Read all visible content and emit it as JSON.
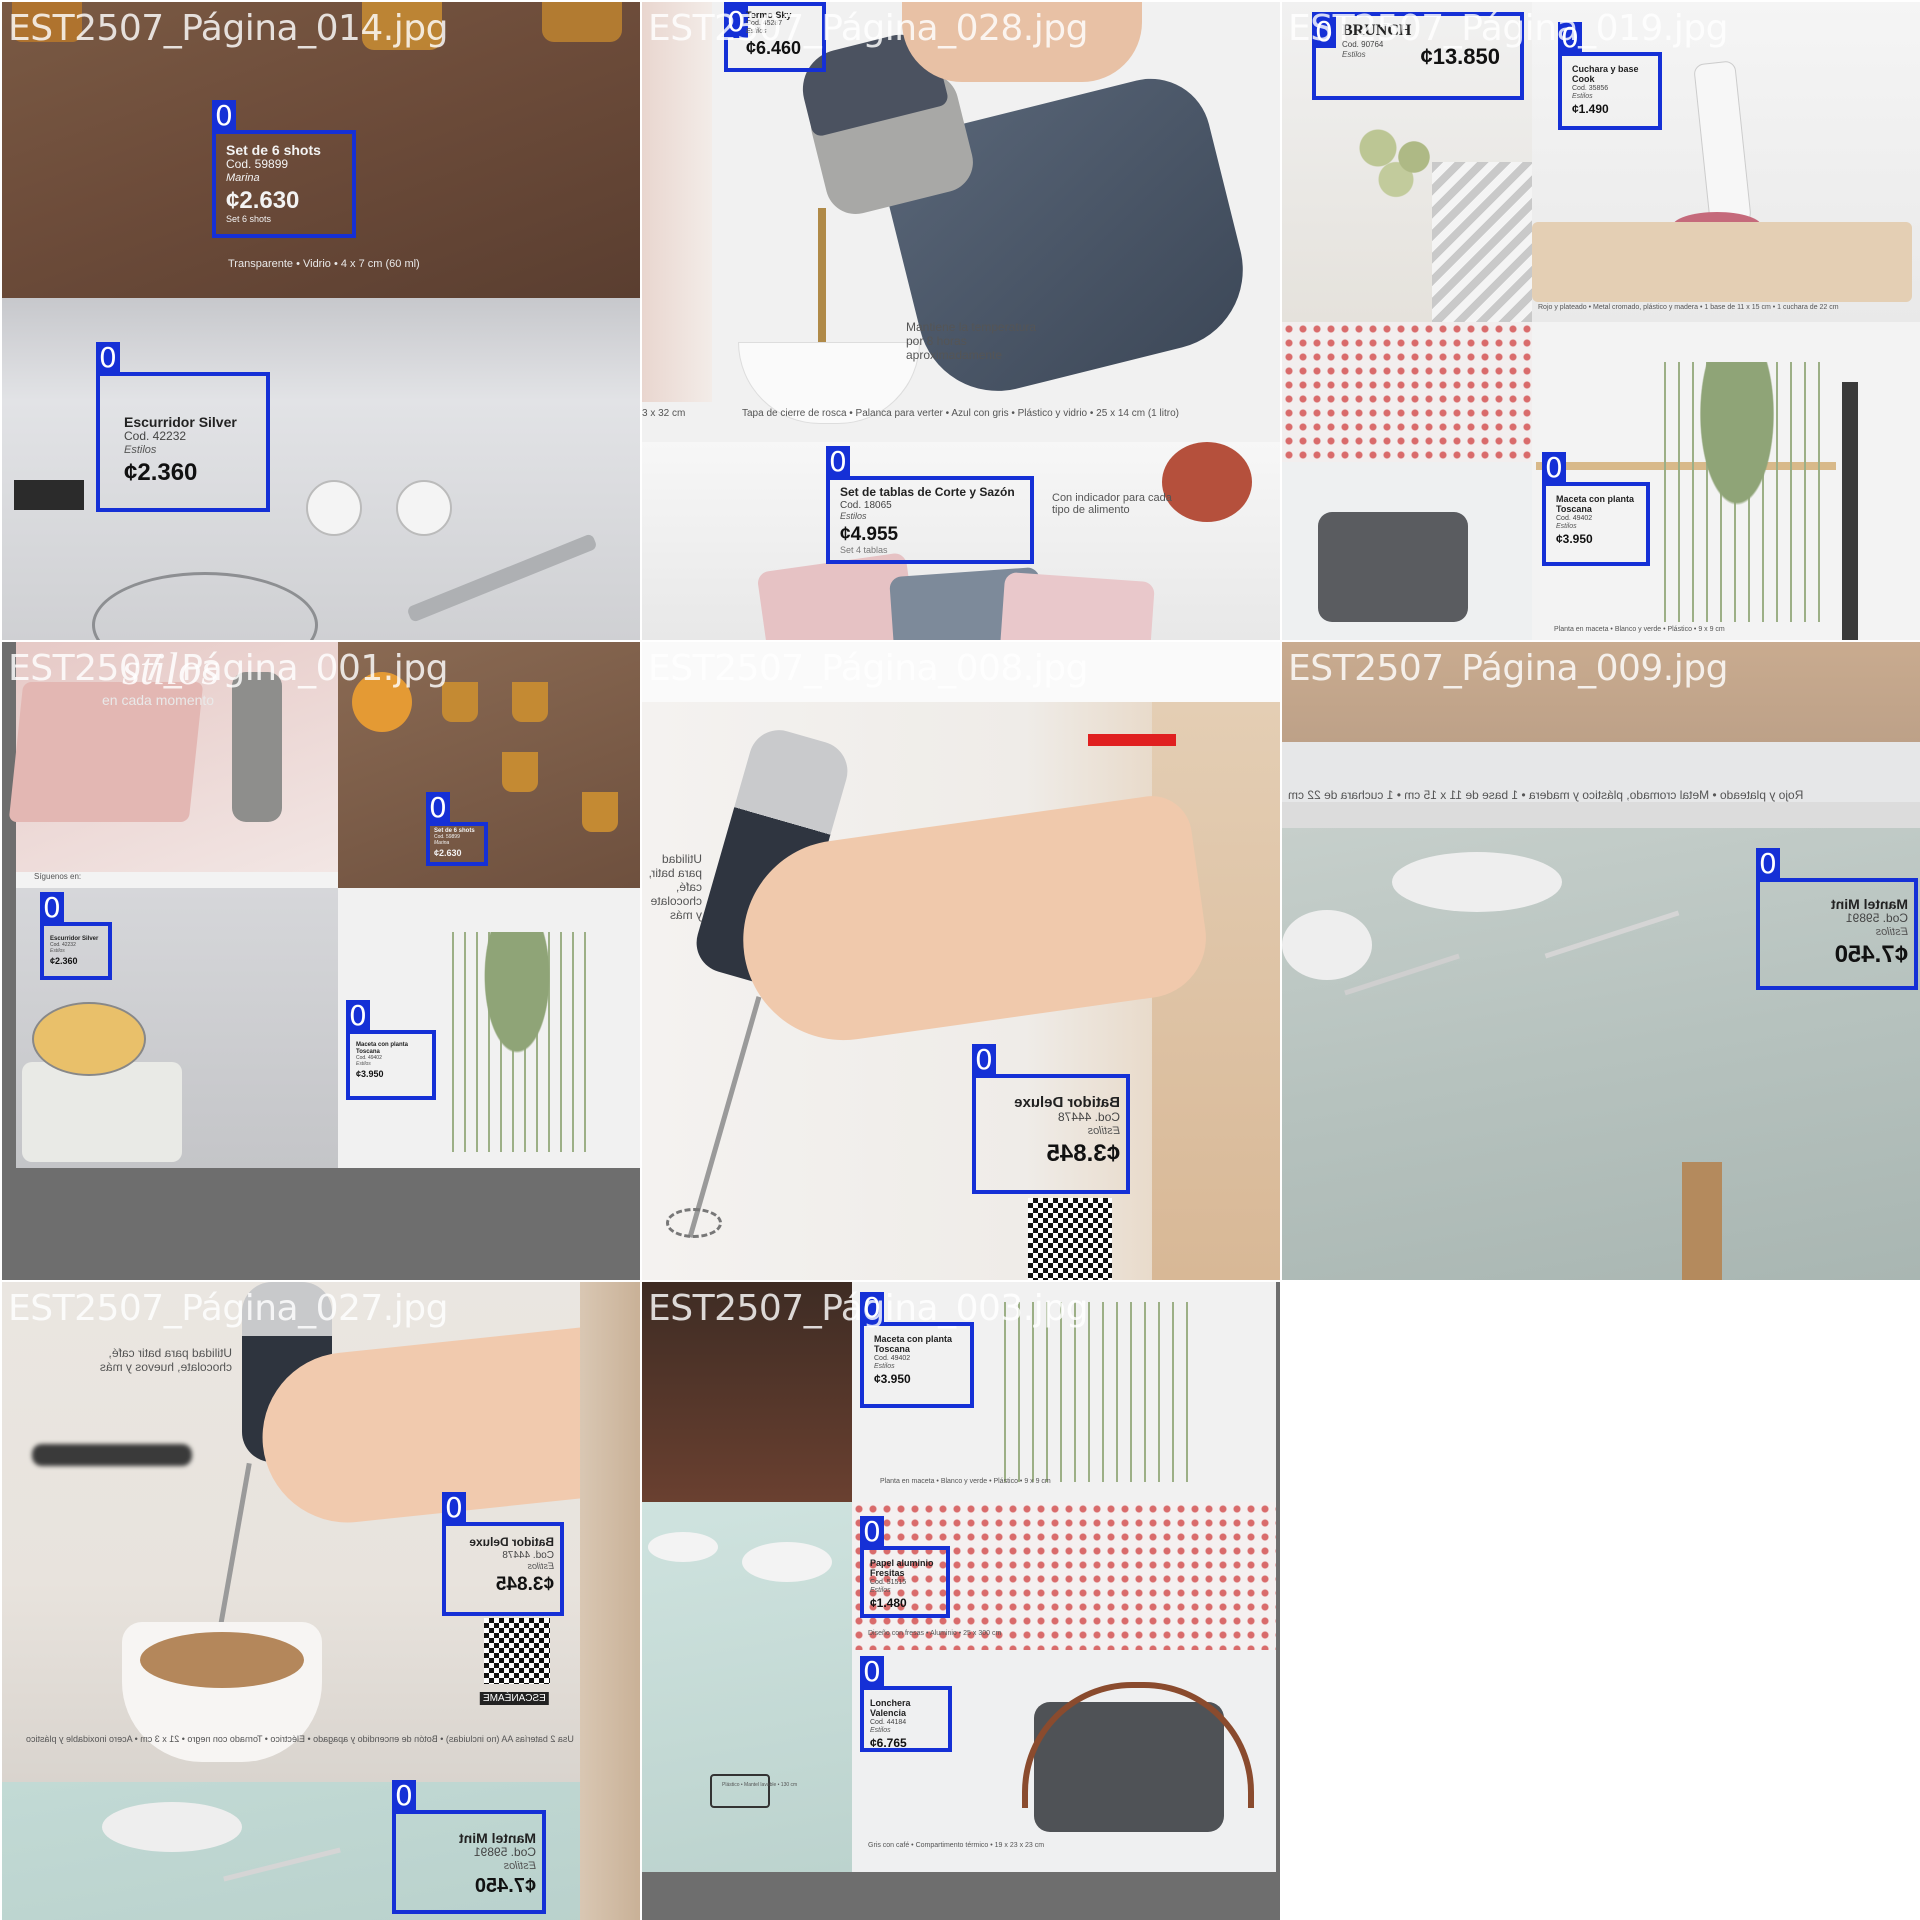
{
  "tiles": [
    {
      "title": "EST2507_Página_014.jpg",
      "products": [
        {
          "label": "0",
          "name": "Set de 6 shots",
          "code": "Cod. 59899",
          "variant": "Marina",
          "price": "¢2.630",
          "sub": "Set 6 shots"
        },
        {
          "label": "0",
          "name": "Escurridor Silver",
          "code": "Cod. 42232",
          "variant": "Estilos",
          "price": "¢2.360"
        }
      ],
      "caption": "Transparente • Vidrio • 4 x 7 cm (60 ml)"
    },
    {
      "title": "EST2507_Página_028.jpg",
      "products": [
        {
          "label": "0",
          "name": "Termo Sky",
          "code": "Cod. 45287",
          "variant": "Estilos",
          "price": "¢6.460"
        },
        {
          "label": "0",
          "name": "Set de tablas de Corte y Sazón",
          "code": "Cod. 18065",
          "variant": "Estilos",
          "price": "¢4.955",
          "sub": "Set 4 tablas"
        }
      ],
      "note": "Mantiene la temperatura por 8 horas aproximadamente",
      "caption": "Tapa de cierre de rosca • Palanca para verter • Azul con gris • Plástico y vidrio • 25 x 14 cm (1 litro)",
      "side_note": "Con indicador para cada tipo de alimento",
      "edge_caption": "3 x 32 cm"
    },
    {
      "title": "EST2507_Página_019.jpg",
      "products": [
        {
          "label": "0",
          "name": "BRUNCH",
          "code": "Cod. 90764",
          "variant": "Estilos",
          "price": "¢13.850"
        },
        {
          "label": "0",
          "name": "Cuchara y base Cook",
          "code": "Cod. 35856",
          "variant": "Estilos",
          "price": "¢1.490"
        },
        {
          "label": "0",
          "name": "Maceta con planta Toscana",
          "code": "Cod. 49402",
          "variant": "Estilos",
          "price": "¢3.950"
        }
      ],
      "caption": "Rojo y plateado • Metal cromado, plástico y madera • 1 base de 11 x 15 cm • 1 cuchara de 22 cm",
      "caption2": "Planta en maceta • Blanco y verde • Plástico • 9 x 9 cm"
    },
    {
      "title": "EST2507_Página_001.jpg",
      "logo": "stilos",
      "tagline": "en cada momento",
      "follow": "Síguenos en:",
      "products": [
        {
          "label": "0",
          "name": "Set de 6 shots",
          "code": "Cod. 59899",
          "variant": "Marina",
          "price": "¢2.630"
        },
        {
          "label": "0",
          "name": "Escurridor Silver",
          "code": "Cod. 42232",
          "variant": "Estilos",
          "price": "¢2.360"
        },
        {
          "label": "0",
          "name": "Maceta con planta Toscana",
          "code": "Cod. 49402",
          "variant": "Estilos",
          "price": "¢3.950"
        }
      ]
    },
    {
      "title": "EST2507_Página_008.jpg",
      "products": [
        {
          "label": "0",
          "name": "Batidor Deluxe",
          "code": "Cod. 44478",
          "variant": "Estilos",
          "price": "¢3.845"
        }
      ],
      "side_text": "Utilidad para batir, café, chocolate y más"
    },
    {
      "title": "EST2507_Página_009.jpg",
      "products": [
        {
          "label": "0",
          "name": "Mantel Mint",
          "code": "Cod. 59891",
          "variant": "Estilos",
          "price": "¢7.450"
        }
      ],
      "caption": "Rojo y plateado • Metal cromado, plástico y madera • 1 base de 11 x 15 cm • 1 cuchara de 22 cm"
    },
    {
      "title": "EST2507_Página_027.jpg",
      "products": [
        {
          "label": "0",
          "name": "Batidor Deluxe",
          "code": "Cod. 44478",
          "variant": "Estilos",
          "price": "¢3.845"
        },
        {
          "label": "0",
          "name": "Mantel Mint",
          "code": "Cod. 59891",
          "variant": "Estilos",
          "price": "¢7.450"
        }
      ],
      "side_text": "Utilidad para batir café, chocolate, huevos y más",
      "scan": "ESCANÉAME",
      "caption": "Usa 2 baterías AA (no incluidas) • Botón de encendido y apagado • Eléctrico • Tornado con negro • 21 x 3 cm • Acero inoxidable y plástico"
    },
    {
      "title": "EST2507_Página_003.jpg",
      "products": [
        {
          "label": "0",
          "name": "Maceta con planta Toscana",
          "code": "Cod. 49402",
          "variant": "Estilos",
          "price": "¢3.950"
        },
        {
          "label": "0",
          "name": "Papel aluminio Fresitas",
          "code": "Cod. 51515",
          "variant": "Estilos",
          "price": "¢1.480"
        },
        {
          "label": "0",
          "name": "Lonchera Valencia",
          "code": "Cod. 44184",
          "variant": "Estilos",
          "price": "¢6.765"
        }
      ],
      "caption1": "Planta en maceta • Blanco y verde • Plástico • 9 x 9 cm",
      "caption2": "Diseño con fresas • Aluminio • 25 x 300 cm",
      "caption3": "Gris con café • Compartimento térmico • 19 x 23 x 23 cm",
      "caption4": "Plástico • Mantel lavable • 130 cm"
    }
  ],
  "colors": {
    "box": "#1530d6",
    "empty": "#6e6e6e"
  }
}
